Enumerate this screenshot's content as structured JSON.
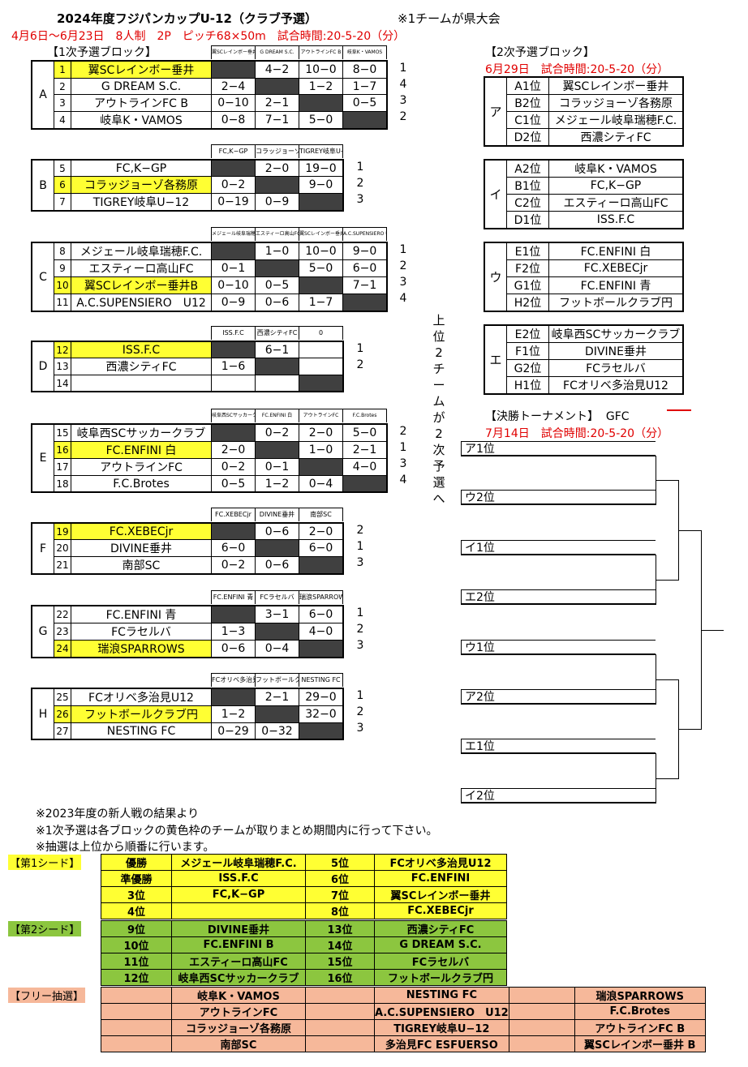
{
  "header": {
    "title": "2024年度フジパンカップU-12（クラブ予選）",
    "note_prefecture": "※1チームが県大会",
    "schedule": "4月6日～6月23日　8人制　2P　ピッチ68×50m　試合時間:20-5-20（分）"
  },
  "first_round_label": "【1次予選ブロック】",
  "groups": [
    {
      "letter": "A",
      "cols": [
        "翼SCレインボー垂井",
        "G DREAM S.C.",
        "アウトラインFC B",
        "岐阜K・VAMOS"
      ],
      "rows": [
        {
          "no": "1",
          "team": "翼SCレインボー垂井",
          "cells": [
            "",
            "4−2",
            "10−0",
            "8−0"
          ],
          "rank": "1"
        },
        {
          "no": "2",
          "team": "G DREAM S.C.",
          "cells": [
            "2−4",
            "",
            "1−2",
            "1−7"
          ],
          "rank": "4"
        },
        {
          "no": "3",
          "team": "アウトラインFC B",
          "cells": [
            "0−10",
            "2−1",
            "",
            "0−5"
          ],
          "rank": "3"
        },
        {
          "no": "4",
          "team": "岐阜K・VAMOS",
          "cells": [
            "0−8",
            "7−1",
            "5−0",
            ""
          ],
          "rank": "2"
        }
      ]
    },
    {
      "letter": "B",
      "cols": [
        "FC,K−GP",
        "コラッジョーゾ各務原",
        "TIGREY岐阜U-12"
      ],
      "rows": [
        {
          "no": "5",
          "team": "FC,K−GP",
          "cells": [
            "",
            "2−0",
            "19−0"
          ],
          "rank": "1"
        },
        {
          "no": "6",
          "team": "コラッジョーゾ各務原",
          "cells": [
            "0−2",
            "",
            "9−0"
          ],
          "rank": "2"
        },
        {
          "no": "7",
          "team": "TIGREY岐阜U−12",
          "cells": [
            "0−19",
            "0−9",
            ""
          ],
          "rank": "3"
        }
      ]
    },
    {
      "letter": "C",
      "cols": [
        "メジェール岐阜瑞穂F.C.",
        "エスティーロ高山FC",
        "翼SCレインボー垂井B",
        "A.C.SUPENSIERO U12"
      ],
      "rows": [
        {
          "no": "8",
          "team": "メジェール岐阜瑞穂F.C.",
          "cells": [
            "",
            "1−0",
            "10−0",
            "9−0"
          ],
          "rank": "1"
        },
        {
          "no": "9",
          "team": "エスティーロ高山FC",
          "cells": [
            "0−1",
            "",
            "5−0",
            "6−0"
          ],
          "rank": "2"
        },
        {
          "no": "10",
          "team": "翼SCレインボー垂井B",
          "cells": [
            "0−10",
            "0−5",
            "",
            "7−1"
          ],
          "rank": "3"
        },
        {
          "no": "11",
          "team": "A.C.SUPENSIERO　U12",
          "cells": [
            "0−9",
            "0−6",
            "1−7",
            ""
          ],
          "rank": "4"
        }
      ]
    },
    {
      "letter": "D",
      "cols": [
        "ISS.F.C",
        "西濃シティFC",
        "0"
      ],
      "rows": [
        {
          "no": "12",
          "team": "ISS.F.C",
          "cells": [
            "",
            "6−1",
            ""
          ],
          "rank": "1"
        },
        {
          "no": "13",
          "team": "西濃シティFC",
          "cells": [
            "1−6",
            "",
            ""
          ],
          "rank": "2"
        },
        {
          "no": "14",
          "team": "",
          "cells": [
            "",
            "",
            ""
          ],
          "rank": ""
        }
      ]
    },
    {
      "letter": "E",
      "cols": [
        "岐阜西SCサッカークラブ",
        "FC.ENFINI 白",
        "アウトラインFC",
        "F.C.Brotes"
      ],
      "rows": [
        {
          "no": "15",
          "team": "岐阜西SCサッカークラブ",
          "cells": [
            "",
            "0−2",
            "2−0",
            "5−0"
          ],
          "rank": "2"
        },
        {
          "no": "16",
          "team": "FC.ENFINI 白",
          "cells": [
            "2−0",
            "",
            "1−0",
            "2−1"
          ],
          "rank": "1"
        },
        {
          "no": "17",
          "team": "アウトラインFC",
          "cells": [
            "0−2",
            "0−1",
            "",
            "4−0"
          ],
          "rank": "3"
        },
        {
          "no": "18",
          "team": "F.C.Brotes",
          "cells": [
            "0−5",
            "1−2",
            "0−4",
            ""
          ],
          "rank": "4"
        }
      ]
    },
    {
      "letter": "F",
      "cols": [
        "FC.XEBECjr",
        "DIVINE垂井",
        "南部SC"
      ],
      "rows": [
        {
          "no": "19",
          "team": "FC.XEBECjr",
          "cells": [
            "",
            "0−6",
            "2−0"
          ],
          "rank": "2"
        },
        {
          "no": "20",
          "team": "DIVINE垂井",
          "cells": [
            "6−0",
            "",
            "6−0"
          ],
          "rank": "1"
        },
        {
          "no": "21",
          "team": "南部SC",
          "cells": [
            "0−2",
            "0−6",
            ""
          ],
          "rank": "3"
        }
      ]
    },
    {
      "letter": "G",
      "cols": [
        "FC.ENFINI 青",
        "FCラセルバ",
        "瑞浪SPARROWS"
      ],
      "rows": [
        {
          "no": "22",
          "team": "FC.ENFINI 青",
          "cells": [
            "",
            "3−1",
            "6−0"
          ],
          "rank": "1"
        },
        {
          "no": "23",
          "team": "FCラセルバ",
          "cells": [
            "1−3",
            "",
            "4−0"
          ],
          "rank": "2"
        },
        {
          "no": "24",
          "team": "瑞浪SPARROWS",
          "cells": [
            "0−6",
            "0−4",
            ""
          ],
          "rank": "3"
        }
      ]
    },
    {
      "letter": "H",
      "cols": [
        "FCオリベ多治見U12",
        "フットボールクラブ円",
        "NESTING FC"
      ],
      "rows": [
        {
          "no": "25",
          "team": "FCオリベ多治見U12",
          "cells": [
            "",
            "2−1",
            "29−0"
          ],
          "rank": "1"
        },
        {
          "no": "26",
          "team": "フットボールクラブ円",
          "cells": [
            "1−2",
            "",
            "32−0"
          ],
          "rank": "2"
        },
        {
          "no": "27",
          "team": "NESTING FC",
          "cells": [
            "0−29",
            "0−32",
            ""
          ],
          "rank": "3"
        }
      ]
    }
  ],
  "advance_note": "上位2チームが2次予選へ",
  "second_round": {
    "label": "【2次予選ブロック】",
    "schedule": "6月29日　試合時間:20-5-20（分）",
    "blocks": [
      {
        "letter": "ア",
        "rows": [
          [
            "A1位",
            "翼SCレインボー垂井"
          ],
          [
            "B2位",
            "コラッジョーゾ各務原"
          ],
          [
            "C1位",
            "メジェール岐阜瑞穂F.C."
          ],
          [
            "D2位",
            "西濃シティFC"
          ]
        ]
      },
      {
        "letter": "イ",
        "rows": [
          [
            "A2位",
            "岐阜K・VAMOS"
          ],
          [
            "B1位",
            "FC,K−GP"
          ],
          [
            "C2位",
            "エスティーロ高山FC"
          ],
          [
            "D1位",
            "ISS.F.C"
          ]
        ]
      },
      {
        "letter": "ウ",
        "rows": [
          [
            "E1位",
            "FC.ENFINI 白"
          ],
          [
            "F2位",
            "FC.XEBECjr"
          ],
          [
            "G1位",
            "FC.ENFINI 青"
          ],
          [
            "H2位",
            "フットボールクラブ円"
          ]
        ]
      },
      {
        "letter": "エ",
        "rows": [
          [
            "E2位",
            "岐阜西SCサッカークラブ"
          ],
          [
            "F1位",
            "DIVINE垂井"
          ],
          [
            "G2位",
            "FCラセルバ"
          ],
          [
            "H1位",
            "FCオリベ多治見U12"
          ]
        ]
      }
    ]
  },
  "final": {
    "label": "【決勝トーナメント】",
    "venue": "GFC",
    "schedule": "7月14日　試合時間:20-5-20（分）",
    "slots": [
      "ア1位",
      "ウ2位",
      "イ1位",
      "エ2位",
      "ウ1位",
      "ア2位",
      "エ1位",
      "イ2位"
    ]
  },
  "notes": [
    "※2023年度の新人戦の結果より",
    "※1次予選は各ブロックの黄色枠のチームが取りまとめ期間内に行って下さい。",
    "※抽選は上位から順番に行います。"
  ],
  "seeds": {
    "first": {
      "label": "【第1シード】",
      "rows": [
        [
          "優勝",
          "メジェール岐阜瑞穂F.C.",
          "5位",
          "FCオリベ多治見U12"
        ],
        [
          "準優勝",
          "ISS.F.C",
          "6位",
          "FC.ENFINI"
        ],
        [
          "3位",
          "FC,K−GP",
          "7位",
          "翼SCレインボー垂井"
        ],
        [
          "4位",
          "",
          "8位",
          "FC.XEBECjr"
        ]
      ]
    },
    "second": {
      "label": "【第2シード】",
      "rows": [
        [
          "9位",
          "DIVINE垂井",
          "13位",
          "西濃シティFC"
        ],
        [
          "10位",
          "FC.ENFINI B",
          "14位",
          "G DREAM S.C."
        ],
        [
          "11位",
          "エスティーロ高山FC",
          "15位",
          "FCラセルバ"
        ],
        [
          "12位",
          "岐阜西SCサッカークラブ",
          "16位",
          "フットボールクラブ円"
        ]
      ]
    },
    "free": {
      "label": "【フリー抽選】",
      "rows": [
        [
          "岐阜K・VAMOS",
          "NESTING FC",
          "瑞浪SPARROWS"
        ],
        [
          "アウトラインFC",
          "A.C.SUPENSIERO　U12",
          "F.C.Brotes"
        ],
        [
          "コラッジョーゾ各務原",
          "TIGREY岐阜U−12",
          "アウトラインFC B"
        ],
        [
          "南部SC",
          "多治見FC ESFUERSO",
          "翼SCレインボー垂井 B"
        ]
      ]
    }
  },
  "colors": {
    "yellow": "#ffff33",
    "green": "#8cc63f",
    "salmon": "#f6b89a",
    "dark": "#404040",
    "red": "#e00000"
  }
}
